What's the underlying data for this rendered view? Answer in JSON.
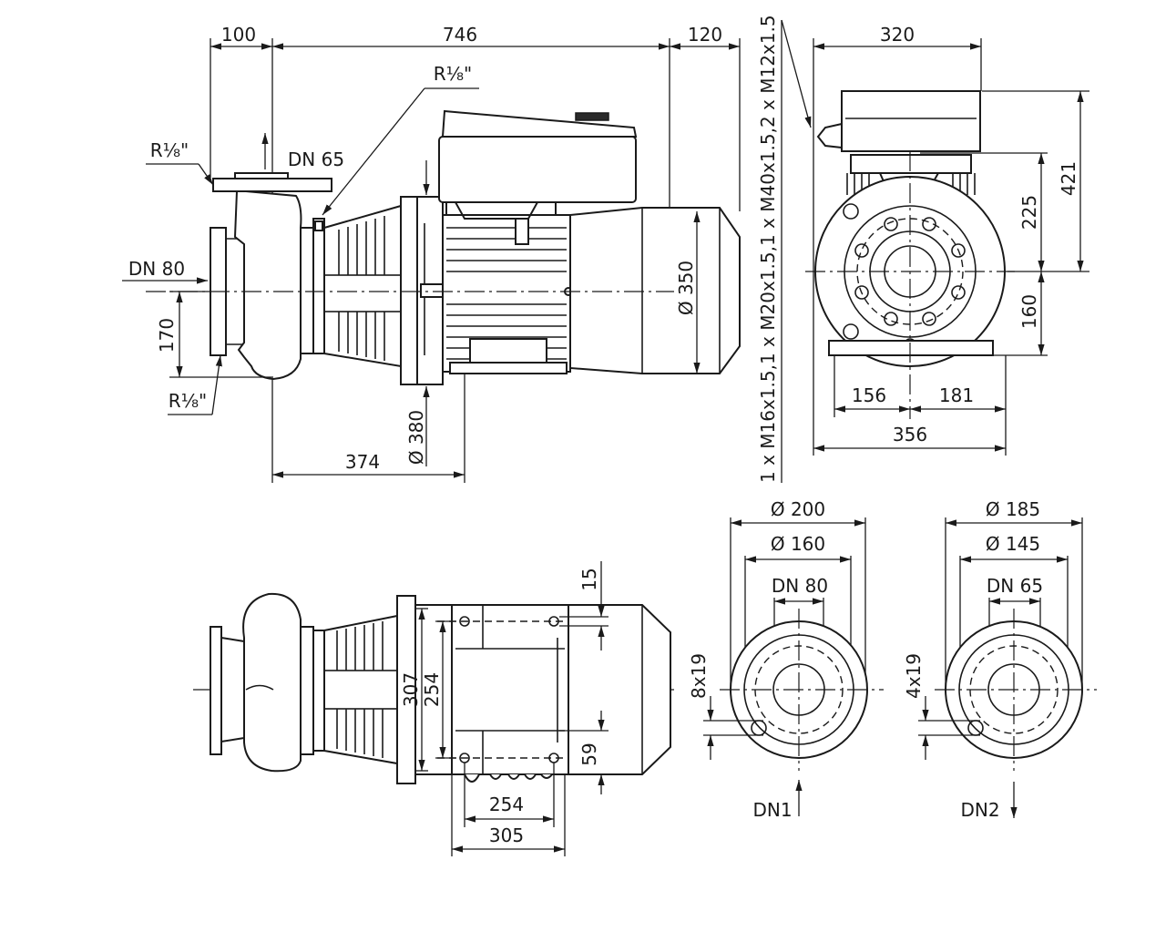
{
  "dimensions": {
    "d100": "100",
    "d746": "746",
    "d120": "120",
    "d320": "320",
    "d421": "421",
    "d225": "225",
    "d160": "160",
    "d156": "156",
    "d181": "181",
    "d356": "356",
    "d170": "170",
    "d374": "374",
    "d15": "15",
    "d307": "307",
    "d254v": "254",
    "d59": "59",
    "d254h": "254",
    "d305": "305"
  },
  "diameters": {
    "motor": "Ø 350",
    "flange": "Ø 380",
    "dn1_outer": "Ø 200",
    "dn1_bolt": "Ø 160",
    "dn2_outer": "Ø 185",
    "dn2_bolt": "Ø 145"
  },
  "labels": {
    "r_top": "R¹⁄₈\"",
    "r_left": "R¹⁄₈\"",
    "r_bottom": "R¹⁄₈\"",
    "dn65": "DN 65",
    "dn80": "DN 80",
    "dn80_flange": "DN 80",
    "dn65_flange": "DN 65",
    "holes_dn1": "8x19",
    "holes_dn2": "4x19",
    "dn1": "DN1",
    "dn2": "DN2",
    "cable_glands": "1 x M16x1.5,1 x M20x1.5,1 x M40x1.5,2 x M12x1.5"
  }
}
